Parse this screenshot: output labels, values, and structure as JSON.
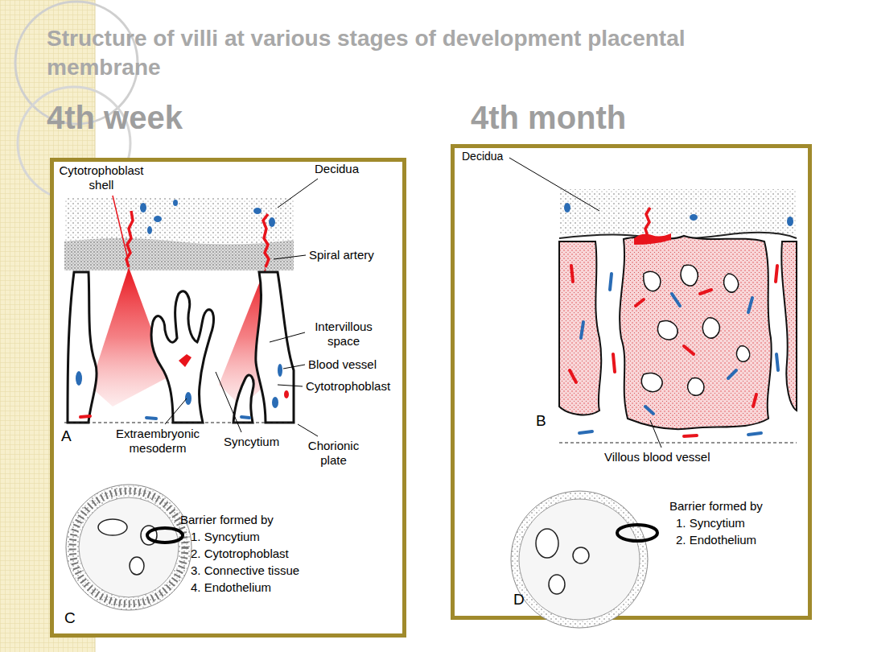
{
  "diagram": {
    "title": "Structure of villi at various stages of development placental membrane",
    "labels": [
      "4th week",
      "4th month",
      "Cytotrophoblast shell",
      "Decidua",
      "Spiral artery",
      "Intervillous space",
      "Blood vessel",
      "Cytotrophoblast",
      "A",
      "Extraembryonic mesoderm",
      "Syncytium",
      "Chorionic plate",
      "Barrier formed by",
      "1. Syncytium",
      "2. Cytotrophoblast",
      "3. Connective tissue",
      "4. Endothelium",
      "C",
      "Decidua",
      "B",
      "Villous blood vessel",
      "Barrier formed by",
      "1. Syncytium",
      "2. Endothelium",
      "D"
    ]
  }
}
